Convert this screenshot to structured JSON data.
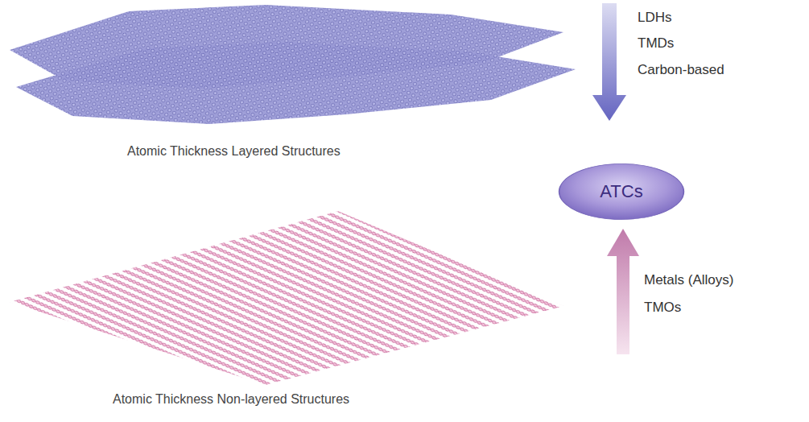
{
  "diagram": {
    "nodes": [
      {
        "text": [
          "ATCs"
        ]
      }
    ],
    "labels": [
      "LDHs",
      "TMDs",
      "Carbon-based",
      "Atomic Thickness Layered Structures",
      "Metals (Alloys)",
      "TMOs",
      "Atomic Thickness Non-layered Structures"
    ]
  }
}
